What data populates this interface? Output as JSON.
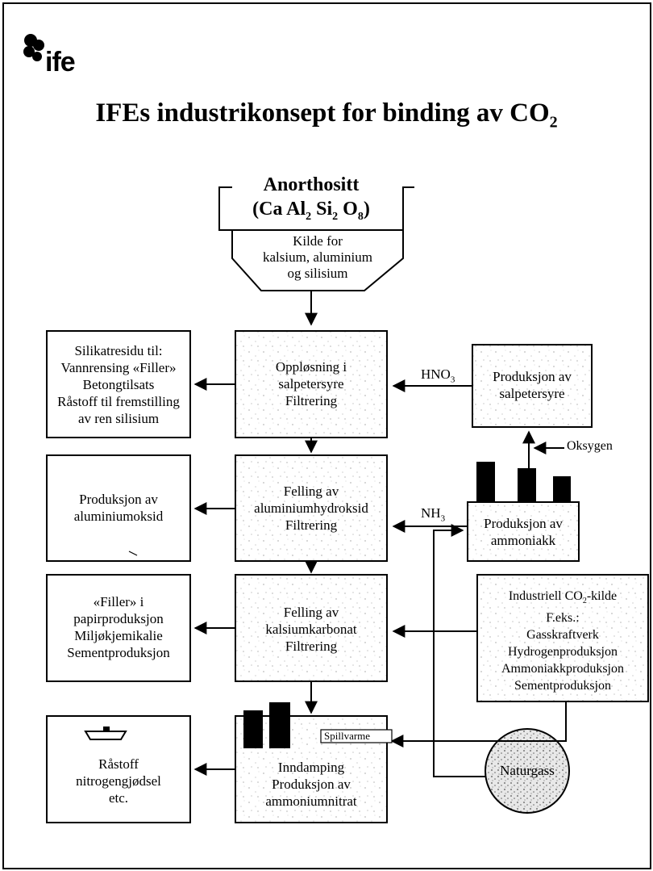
{
  "logo": {
    "text": "ife"
  },
  "title": {
    "main": "IFEs industrikonsept for binding av CO",
    "sub": "2"
  },
  "anorthositt": {
    "name": "Anorthositt",
    "formula_open": "(Ca Al",
    "formula_s1": "2",
    "formula_mid": " Si",
    "formula_s2": "2",
    "formula_o": " O",
    "formula_s3": "8",
    "formula_close": ")",
    "desc": [
      "Kilde for",
      "kalsium, aluminium",
      "og silisium"
    ]
  },
  "center_boxes": [
    [
      "Oppløsning i",
      "salpetersyre",
      "Filtrering"
    ],
    [
      "Felling av",
      "aluminiumhydroksid",
      "Filtrering"
    ],
    [
      "Felling av",
      "kalsiumkarbonat",
      "Filtrering"
    ],
    [
      "Inndamping",
      "Produksjon av",
      "ammoniumnitrat"
    ]
  ],
  "left_boxes": [
    [
      "Silikatresidu til:",
      "Vannrensing «Filler»",
      "Betongtilsats",
      "Råstoff til fremstilling",
      "av ren silisium"
    ],
    [
      "Produksjon av",
      "aluminiumoksid"
    ],
    [
      "«Filler» i",
      "papirproduksjon",
      "Miljøkjemikalie",
      "Sementproduksjon"
    ],
    [
      "Råstoff",
      "nitrogengjødsel",
      "etc."
    ]
  ],
  "right_boxes": {
    "salpetersyre": [
      "Produksjon av",
      "salpetersyre"
    ],
    "ammoniakk": [
      "Produksjon av",
      "ammoniakk"
    ],
    "co2_title": "Industriell CO",
    "co2_title_sub": "2",
    "co2_title_end": "-kilde",
    "co2_lines": [
      "F.eks.:",
      "Gasskraftverk",
      "Hydrogenproduksjon",
      "Ammoniakkproduksjon",
      "Sementproduksjon"
    ],
    "naturgass": "Naturgass"
  },
  "labels": {
    "hno": "HNO",
    "hno_sub": "3",
    "nh": "NH",
    "nh_sub": "3",
    "oksygen": "Oksygen",
    "spillvarme": "Spillvarme"
  }
}
